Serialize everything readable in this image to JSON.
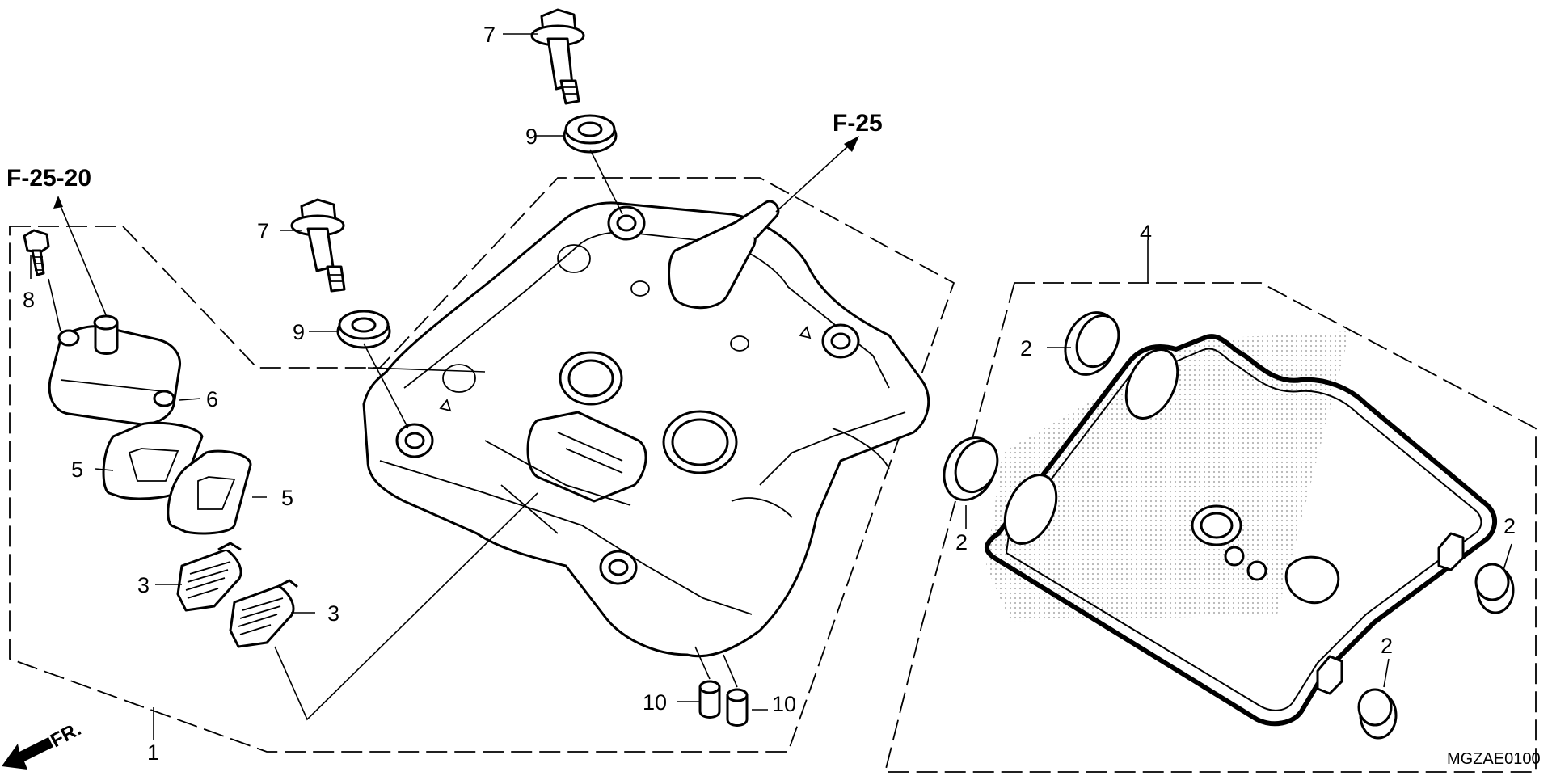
{
  "references": {
    "left_ref": "F-25-20",
    "top_ref": "F-25"
  },
  "callouts": {
    "c1": "1",
    "c2a": "2",
    "c2b": "2",
    "c2c": "2",
    "c2d": "2",
    "c3a": "3",
    "c3b": "3",
    "c4": "4",
    "c5a": "5",
    "c5b": "5",
    "c6": "6",
    "c7a": "7",
    "c7b": "7",
    "c8": "8",
    "c9a": "9",
    "c9b": "9",
    "c10a": "10",
    "c10b": "10"
  },
  "front_marker": "FR.",
  "diagram_code": "MGZAE0100"
}
